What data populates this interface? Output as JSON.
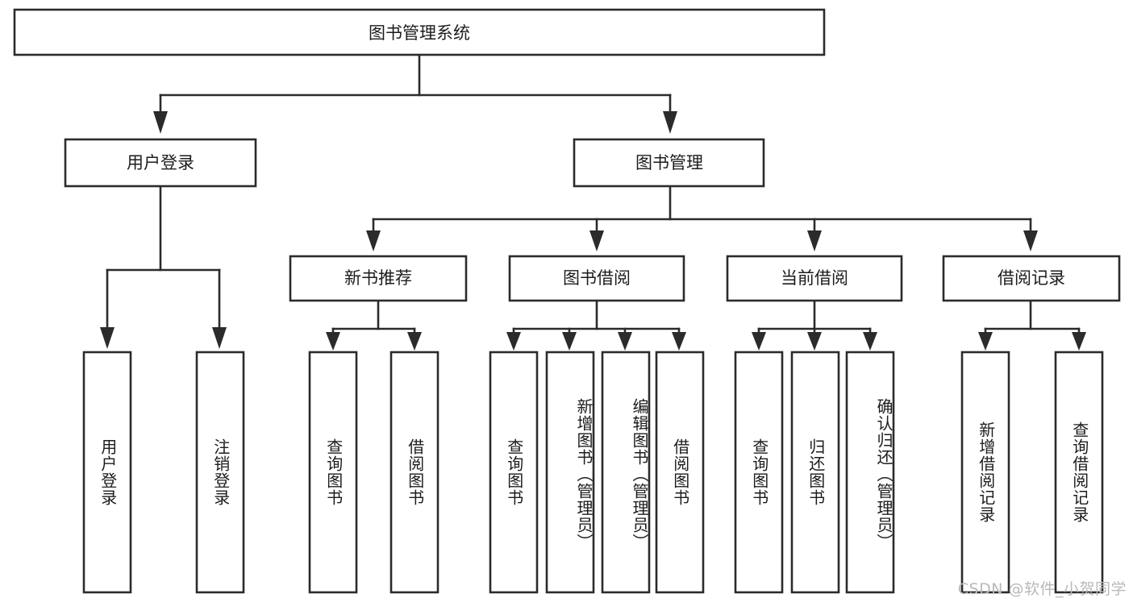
{
  "diagram": {
    "title": "图书管理系统",
    "type": "tree-hierarchy-flowchart",
    "root": {
      "label": "图书管理系统"
    },
    "level2": [
      {
        "label": "用户登录"
      },
      {
        "label": "图书管理"
      }
    ],
    "level3": [
      {
        "label": "新书推荐"
      },
      {
        "label": "图书借阅"
      },
      {
        "label": "当前借阅"
      },
      {
        "label": "借阅记录"
      }
    ],
    "leaves": {
      "user_login": [
        {
          "label": "用户登录"
        },
        {
          "label": "注销登录"
        }
      ],
      "new_book_recommend": [
        {
          "label": "查询图书"
        },
        {
          "label": "借阅图书"
        }
      ],
      "book_borrow": [
        {
          "label": "查询图书"
        },
        {
          "label": "新增图书（管理员）"
        },
        {
          "label": "编辑图书（管理员）"
        },
        {
          "label": "借阅图书"
        }
      ],
      "current_borrow": [
        {
          "label": "查询图书"
        },
        {
          "label": "归还图书"
        },
        {
          "label": "确认归还（管理员）"
        }
      ],
      "borrow_record": [
        {
          "label": "新增借阅记录"
        },
        {
          "label": "查询借阅记录"
        }
      ]
    }
  },
  "watermark": {
    "text": "CSDN @软件_小贺同学"
  },
  "colors": {
    "stroke": "#2b2b2b",
    "fill": "#ffffff",
    "text": "#1c1c1c",
    "watermark": "#b9b9b9"
  }
}
